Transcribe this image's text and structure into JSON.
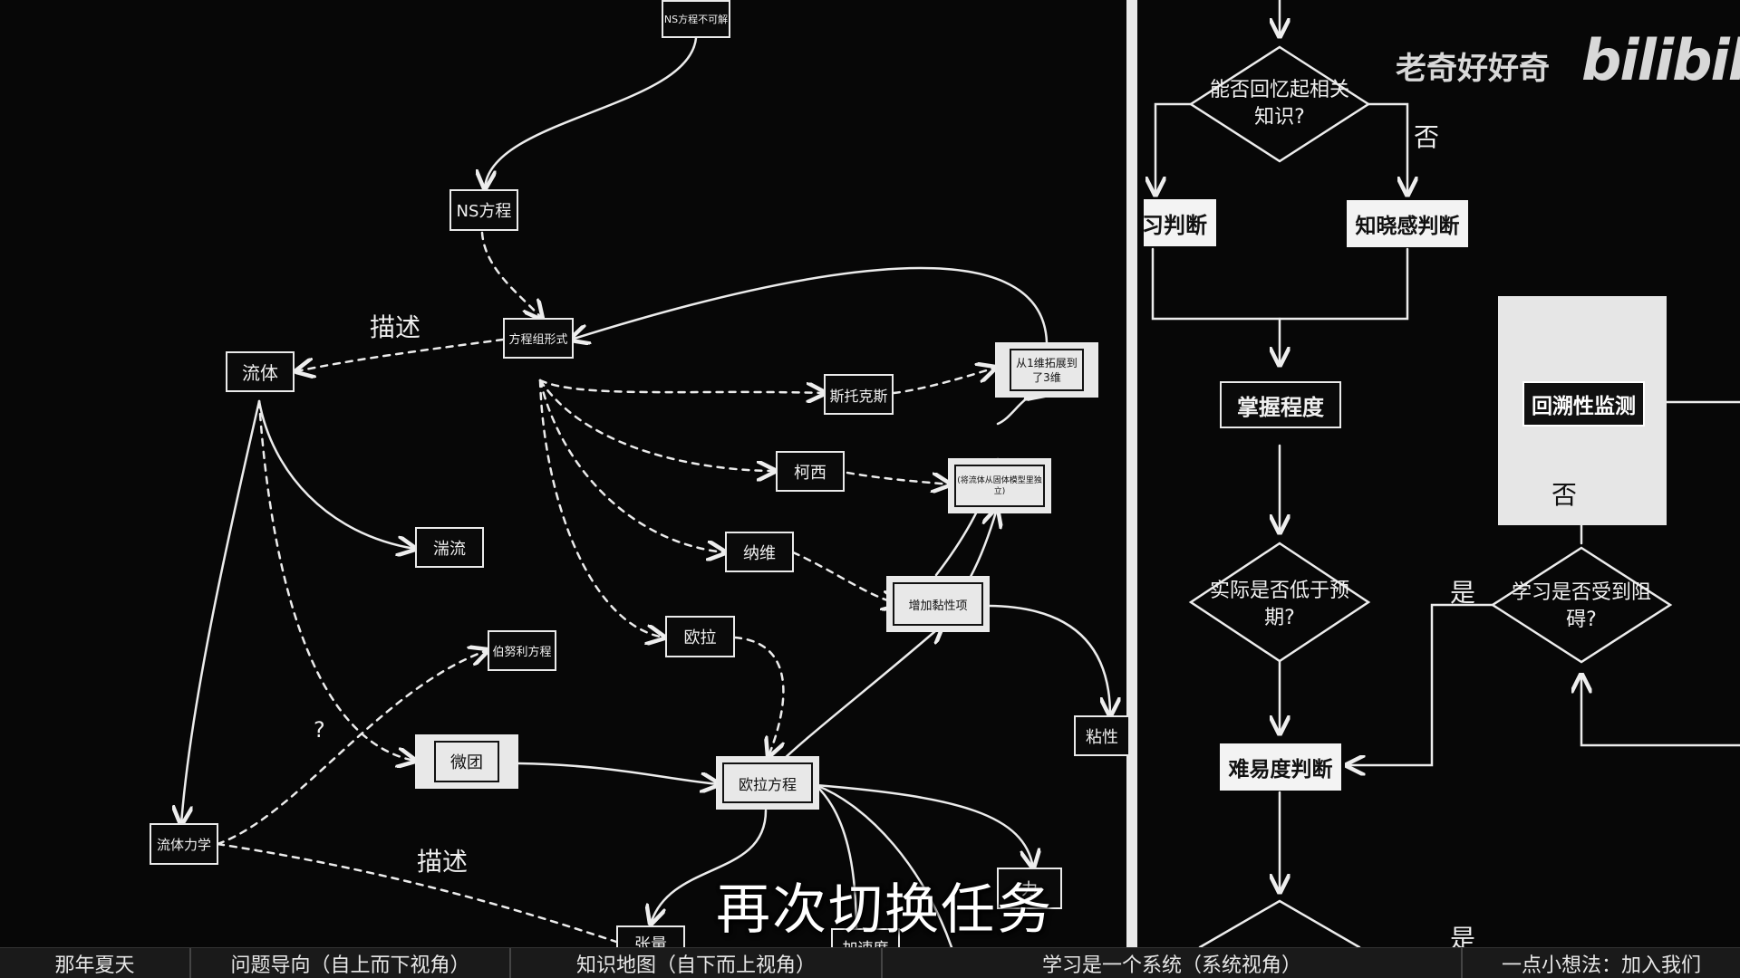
{
  "left_map": {
    "nodes": {
      "ns_unsolvable": "NS方程不可解",
      "ns": "NS方程",
      "system_form": "方程组形式",
      "fluid": "流体",
      "stokes": "斯托克斯",
      "cauchy": "柯西",
      "navier": "纳维",
      "euler": "欧拉",
      "extend_3d": "从1维拓展到了3维",
      "independent": "(将流体从固体模型里独立)",
      "viscous_term": "增加黏性项",
      "turbulence": "湍流",
      "bernoulli": "伯努利方程",
      "micro": "微团",
      "euler_eq": "欧拉方程",
      "viscosity": "粘性",
      "fluid_mech": "流体力学",
      "tension": "张量",
      "accel": "加速度",
      "force": "力"
    },
    "edge_labels": {
      "describe_top": "描述",
      "describe_bottom": "描述",
      "question": "?"
    }
  },
  "right_flow": {
    "recall": "能否回忆起相关知识?",
    "no_top": "否",
    "judge_left": "习判断",
    "know_judge": "知晓感判断",
    "mastery": "掌握程度",
    "below_expect": "实际是否低于预期?",
    "difficulty": "难易度判断",
    "blocked": "学习是否受到阻碍?",
    "yes_mid": "是",
    "yes_bottom": "是",
    "retro": "回溯性监测",
    "no_panel": "否"
  },
  "watermark": "老奇好好奇",
  "logo": "bilibili",
  "subtitle": "再次切换任务",
  "chapters": [
    "那年夏天",
    "问题导向（自上而下视角）",
    "知识地图（自下而上视角）",
    "学习是一个系统（系统视角）",
    "一点小想法：加入我们"
  ]
}
